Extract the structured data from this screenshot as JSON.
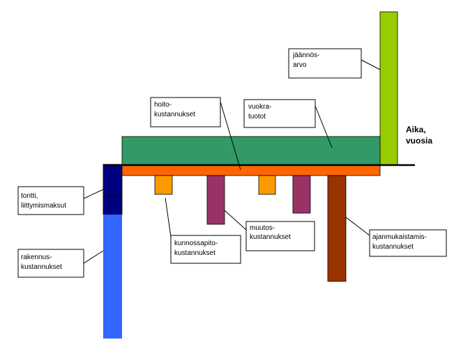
{
  "axis_label": [
    "Aika,",
    "vuosia"
  ],
  "labels": {
    "residual": [
      "jäännös-",
      "arvo"
    ],
    "maintenance": [
      "hoito-",
      "kustannukset"
    ],
    "rental": [
      "vuokra-",
      "tuotot"
    ],
    "plot": [
      "tontti,",
      "liittymismaksut"
    ],
    "construction": [
      "rakennus-",
      "kustannukset"
    ],
    "repair": [
      "kunnossapito-",
      "kustannukset"
    ],
    "modification": [
      "muutos-",
      "kustannukset"
    ],
    "modernization": [
      "ajanmukaistamis-",
      "kustannukset"
    ]
  },
  "colors": {
    "residual": "#99cc00",
    "rental": "#339966",
    "maintenance": "#ff6600",
    "plot": "#000080",
    "construction": "#3366ff",
    "repair": "#ff9900",
    "modification": "#993366",
    "modernization": "#993300"
  }
}
